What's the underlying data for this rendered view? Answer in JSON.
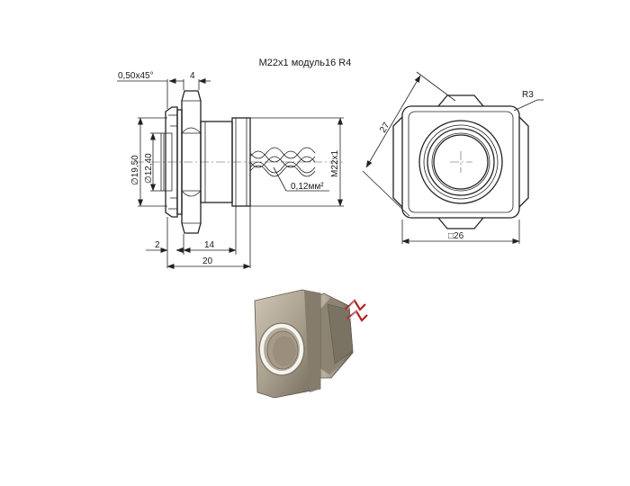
{
  "title": "M22x1 модуль16 R4",
  "side_view": {
    "chamfer": "0,50x45°",
    "thickness": "4",
    "dia_outer": "∅19,50",
    "dia_inner": "∅12,40",
    "wire_section": "0,12мм²",
    "thread": "M22x1",
    "dim_front": "2",
    "dim_body": "14",
    "dim_total": "20"
  },
  "front_view": {
    "diagonal": "27",
    "radius": "R3",
    "width": "□26"
  }
}
